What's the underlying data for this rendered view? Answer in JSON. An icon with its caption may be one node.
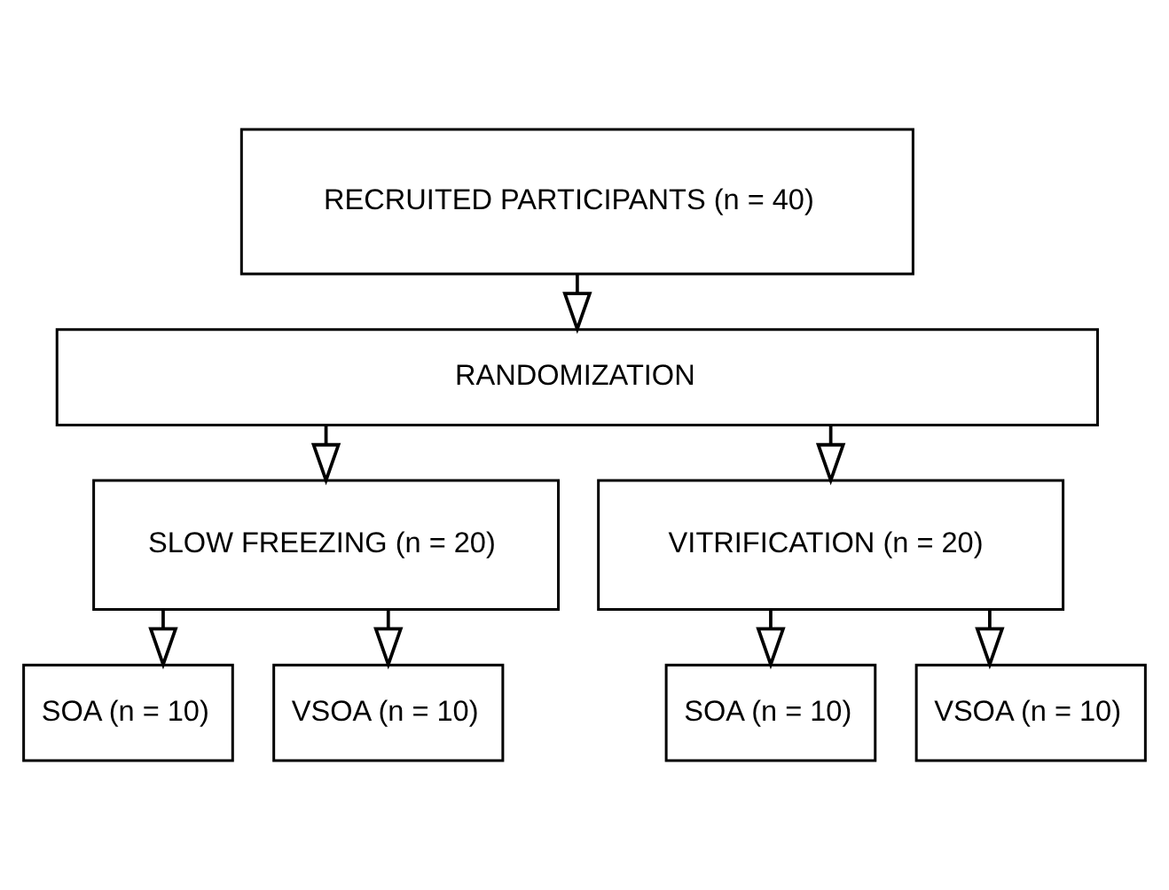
{
  "diagram": {
    "nodes": [
      {
        "text": [
          "RECRUITED PARTICIPANTS (n = 40)"
        ]
      },
      {
        "text": [
          "RANDOMIZATION"
        ]
      },
      {
        "text": [
          "SLOW FREEZING (n = 20)"
        ]
      },
      {
        "text": [
          "VITRIFICATION (n = 20)"
        ]
      },
      {
        "text": [
          "SOA (n = 10)"
        ]
      },
      {
        "text": [
          "VSOA (n = 10)"
        ]
      },
      {
        "text": [
          "SOA (n = 10)"
        ]
      },
      {
        "text": [
          "VSOA (n = 10)"
        ]
      }
    ],
    "edges": [
      {
        "from": 0,
        "to": 1,
        "arrow": "to"
      },
      {
        "from": 1,
        "to": 2,
        "arrow": "to"
      },
      {
        "from": 1,
        "to": 3,
        "arrow": "to"
      },
      {
        "from": 2,
        "to": 4,
        "arrow": "to"
      },
      {
        "from": 2,
        "to": 5,
        "arrow": "to"
      },
      {
        "from": 3,
        "to": 6,
        "arrow": "to"
      },
      {
        "from": 3,
        "to": 7,
        "arrow": "to"
      }
    ]
  }
}
